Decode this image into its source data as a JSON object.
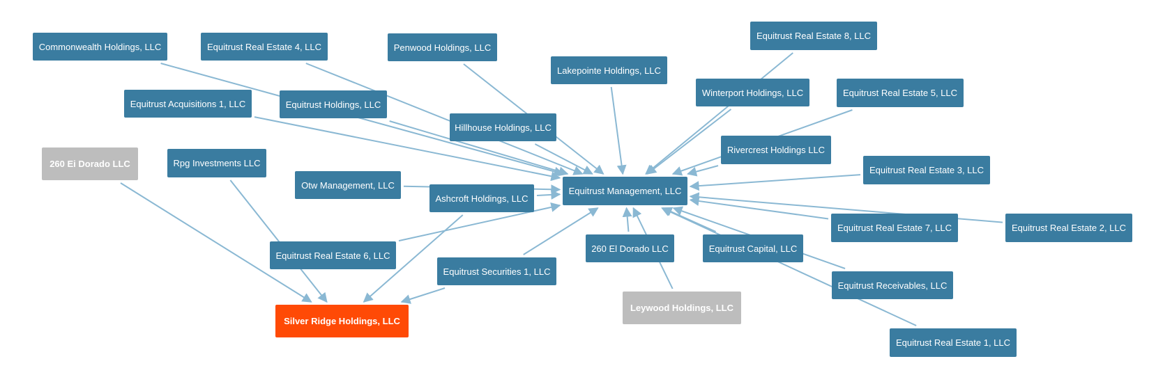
{
  "colors": {
    "node_default": "#3a7ca0",
    "node_muted": "#bdbdbd",
    "node_highlight": "#ff4a06",
    "edge": "#8ab8d3"
  },
  "nodes": {
    "commonwealth": {
      "label": "Commonwealth Holdings, LLC",
      "style": "default"
    },
    "er4": {
      "label": "Equitrust Real Estate 4, LLC",
      "style": "default"
    },
    "penwood": {
      "label": "Penwood Holdings, LLC",
      "style": "default"
    },
    "lakepointe": {
      "label": "Lakepointe Holdings, LLC",
      "style": "default"
    },
    "er8": {
      "label": "Equitrust Real Estate 8, LLC",
      "style": "default"
    },
    "winterport": {
      "label": "Winterport Holdings, LLC",
      "style": "default"
    },
    "er5": {
      "label": "Equitrust Real Estate 5, LLC",
      "style": "default"
    },
    "acq1": {
      "label": "Equitrust Acquisitions 1, LLC",
      "style": "default"
    },
    "eholdings": {
      "label": "Equitrust Holdings, LLC",
      "style": "default"
    },
    "hillhouse": {
      "label": "Hillhouse Holdings, LLC",
      "style": "default"
    },
    "rivercrest": {
      "label": "Rivercrest Holdings LLC",
      "style": "default"
    },
    "eidorado": {
      "label": "260 Ei Dorado LLC",
      "style": "muted"
    },
    "rpg": {
      "label": "Rpg Investments LLC",
      "style": "default"
    },
    "er3": {
      "label": "Equitrust Real Estate 3, LLC",
      "style": "default"
    },
    "otw": {
      "label": "Otw Management, LLC",
      "style": "default"
    },
    "ashcroft": {
      "label": "Ashcroft Holdings, LLC",
      "style": "default"
    },
    "emgmt": {
      "label": "Equitrust Management, LLC",
      "style": "default"
    },
    "er7": {
      "label": "Equitrust Real Estate 7, LLC",
      "style": "default"
    },
    "er2": {
      "label": "Equitrust Real Estate 2, LLC",
      "style": "default"
    },
    "er6": {
      "label": "Equitrust Real Estate 6, LLC",
      "style": "default"
    },
    "eldorado": {
      "label": "260 El Dorado LLC",
      "style": "default"
    },
    "ecapital": {
      "label": "Equitrust Capital, LLC",
      "style": "default"
    },
    "securities": {
      "label": "Equitrust Securities 1, LLC",
      "style": "default"
    },
    "receivables": {
      "label": "Equitrust Receivables, LLC",
      "style": "default"
    },
    "leywood": {
      "label": "Leywood Holdings, LLC",
      "style": "muted"
    },
    "silverridge": {
      "label": "Silver Ridge Holdings, LLC",
      "style": "highlight"
    },
    "er1": {
      "label": "Equitrust Real Estate 1, LLC",
      "style": "default"
    }
  },
  "edges": [
    {
      "from": "commonwealth",
      "to": "emgmt"
    },
    {
      "from": "er4",
      "to": "emgmt"
    },
    {
      "from": "penwood",
      "to": "emgmt"
    },
    {
      "from": "lakepointe",
      "to": "emgmt"
    },
    {
      "from": "acq1",
      "to": "emgmt"
    },
    {
      "from": "eholdings",
      "to": "emgmt"
    },
    {
      "from": "hillhouse",
      "to": "emgmt"
    },
    {
      "from": "otw",
      "to": "emgmt"
    },
    {
      "from": "ashcroft",
      "to": "emgmt"
    },
    {
      "from": "er6",
      "to": "emgmt"
    },
    {
      "from": "securities",
      "to": "emgmt"
    },
    {
      "from": "eldorado",
      "to": "emgmt"
    },
    {
      "from": "er8",
      "to": "emgmt"
    },
    {
      "from": "winterport",
      "to": "emgmt"
    },
    {
      "from": "er5",
      "to": "emgmt"
    },
    {
      "from": "rivercrest",
      "to": "emgmt"
    },
    {
      "from": "er3",
      "to": "emgmt"
    },
    {
      "from": "er7",
      "to": "emgmt"
    },
    {
      "from": "er2",
      "to": "emgmt"
    },
    {
      "from": "ecapital",
      "to": "emgmt"
    },
    {
      "from": "receivables",
      "to": "emgmt"
    },
    {
      "from": "er1",
      "to": "emgmt"
    },
    {
      "from": "leywood",
      "to": "emgmt"
    },
    {
      "from": "eidorado",
      "to": "silverridge"
    },
    {
      "from": "rpg",
      "to": "silverridge"
    },
    {
      "from": "securities",
      "to": "silverridge"
    },
    {
      "from": "ashcroft",
      "to": "silverridge"
    }
  ]
}
